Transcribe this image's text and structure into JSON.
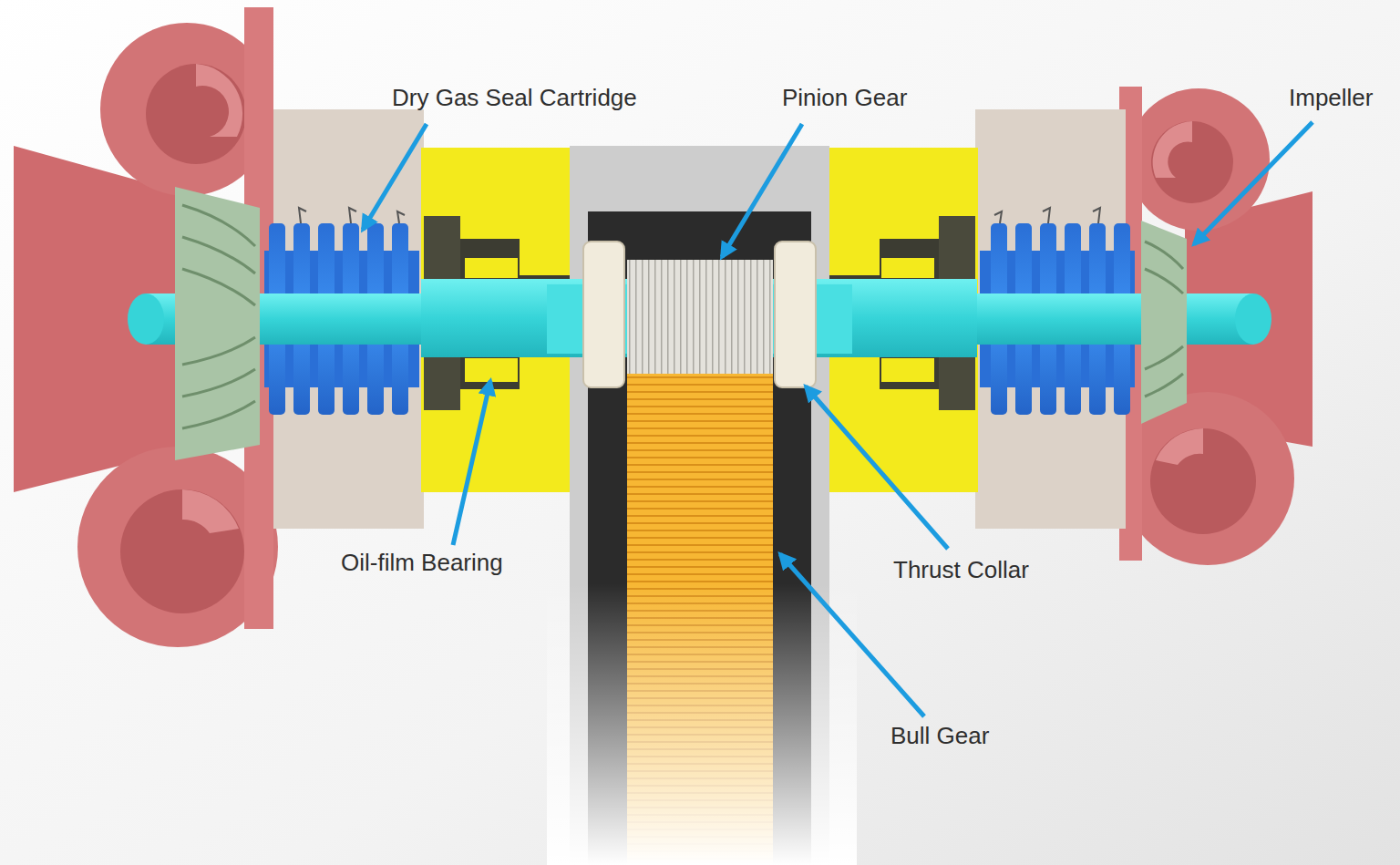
{
  "diagram": {
    "labels": [
      "Dry Gas Seal Cartridge",
      "Pinion Gear",
      "Impeller",
      "Oil-film Bearing",
      "Thrust Collar",
      "Bull Gear"
    ]
  }
}
